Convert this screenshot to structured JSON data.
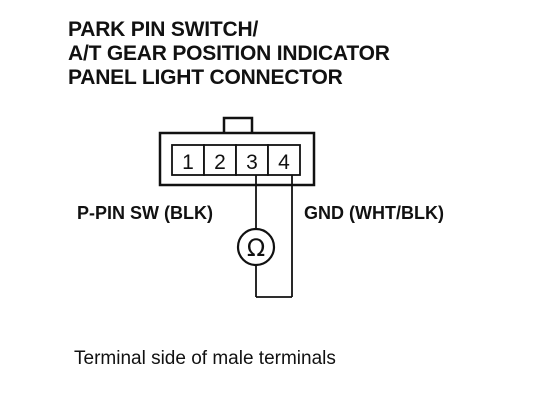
{
  "title_lines": [
    "PARK PIN SWITCH/",
    "A/T GEAR POSITION INDICATOR",
    "PANEL LIGHT CONNECTOR"
  ],
  "connector": {
    "terminals": [
      "1",
      "2",
      "3",
      "4"
    ]
  },
  "labels": {
    "left": "P-PIN SW (BLK)",
    "right": "GND (WHT/BLK)"
  },
  "meter_symbol": "Ω",
  "caption": "Terminal side of male terminals"
}
